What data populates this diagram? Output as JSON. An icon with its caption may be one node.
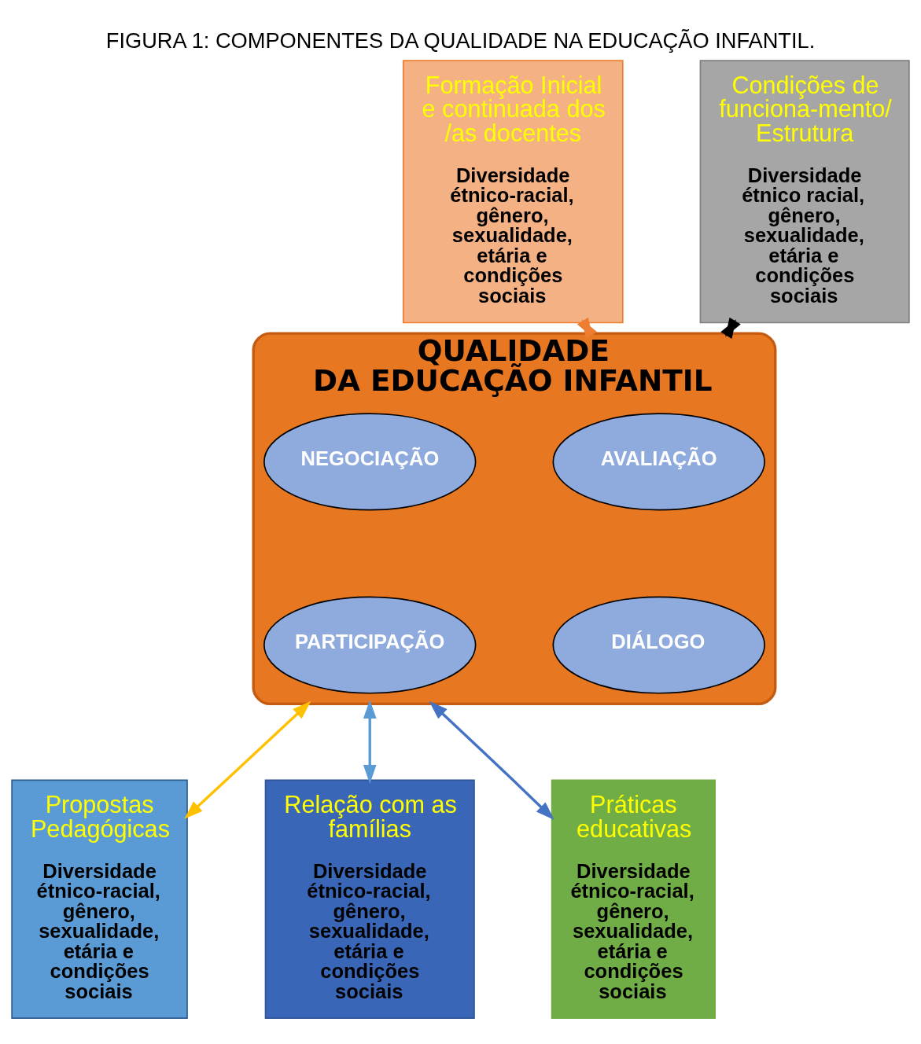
{
  "diagram": {
    "title": "FIGURA 1: COMPONENTES DA QUALIDADE NA EDUCAÇÃO INFANTIL.",
    "nodes": [
      {
        "text": [
          "Formação Inicial e continuada dos /as docentes",
          "Diversidade étnico-racial, gênero, sexualidade, etária e condições sociais"
        ]
      },
      {
        "text": [
          "Condições de funciona-mento/ Estrutura",
          "Diversidade étnico racial, gênero, sexualidade, etária e condições sociais"
        ]
      },
      {
        "text": [
          "QUALIDADE",
          "DA EDUCAÇÃO INFANTIL"
        ]
      },
      {
        "text": [
          "AVALIAÇÃO"
        ],
        "in": 2
      },
      {
        "text": [
          "NEGOCIAÇÃO"
        ],
        "in": 2
      },
      {
        "text": [
          "DIÁLOGO"
        ],
        "in": 2
      },
      {
        "text": [
          "PARTICIPAÇÃO"
        ],
        "in": 2
      },
      {
        "text": [
          "Propostas Pedagógicas",
          "Diversidade étnico-racial, gênero, sexualidade, etária e condições sociais"
        ]
      },
      {
        "text": [
          "Relação com as famílias",
          "Diversidade étnico-racial, gênero, sexualidade, etária e condições sociais"
        ]
      },
      {
        "text": [
          "Práticas educativas",
          "Diversidade étnico-racial, gênero, sexualidade, etária e condições sociais"
        ]
      }
    ],
    "edges": [
      {
        "from": 0,
        "to": 2,
        "arrow": "both",
        "color": "#ed7d31"
      },
      {
        "from": 1,
        "to": 2,
        "arrow": "both",
        "color": "#000000"
      },
      {
        "from": 2,
        "to": 7,
        "arrow": "both",
        "color": "#ffc000"
      },
      {
        "from": 2,
        "to": 9,
        "arrow": "both",
        "color": "#4472c4"
      },
      {
        "from": 2,
        "to": 8,
        "arrow": "both",
        "color": "#5b9bd5"
      }
    ]
  }
}
